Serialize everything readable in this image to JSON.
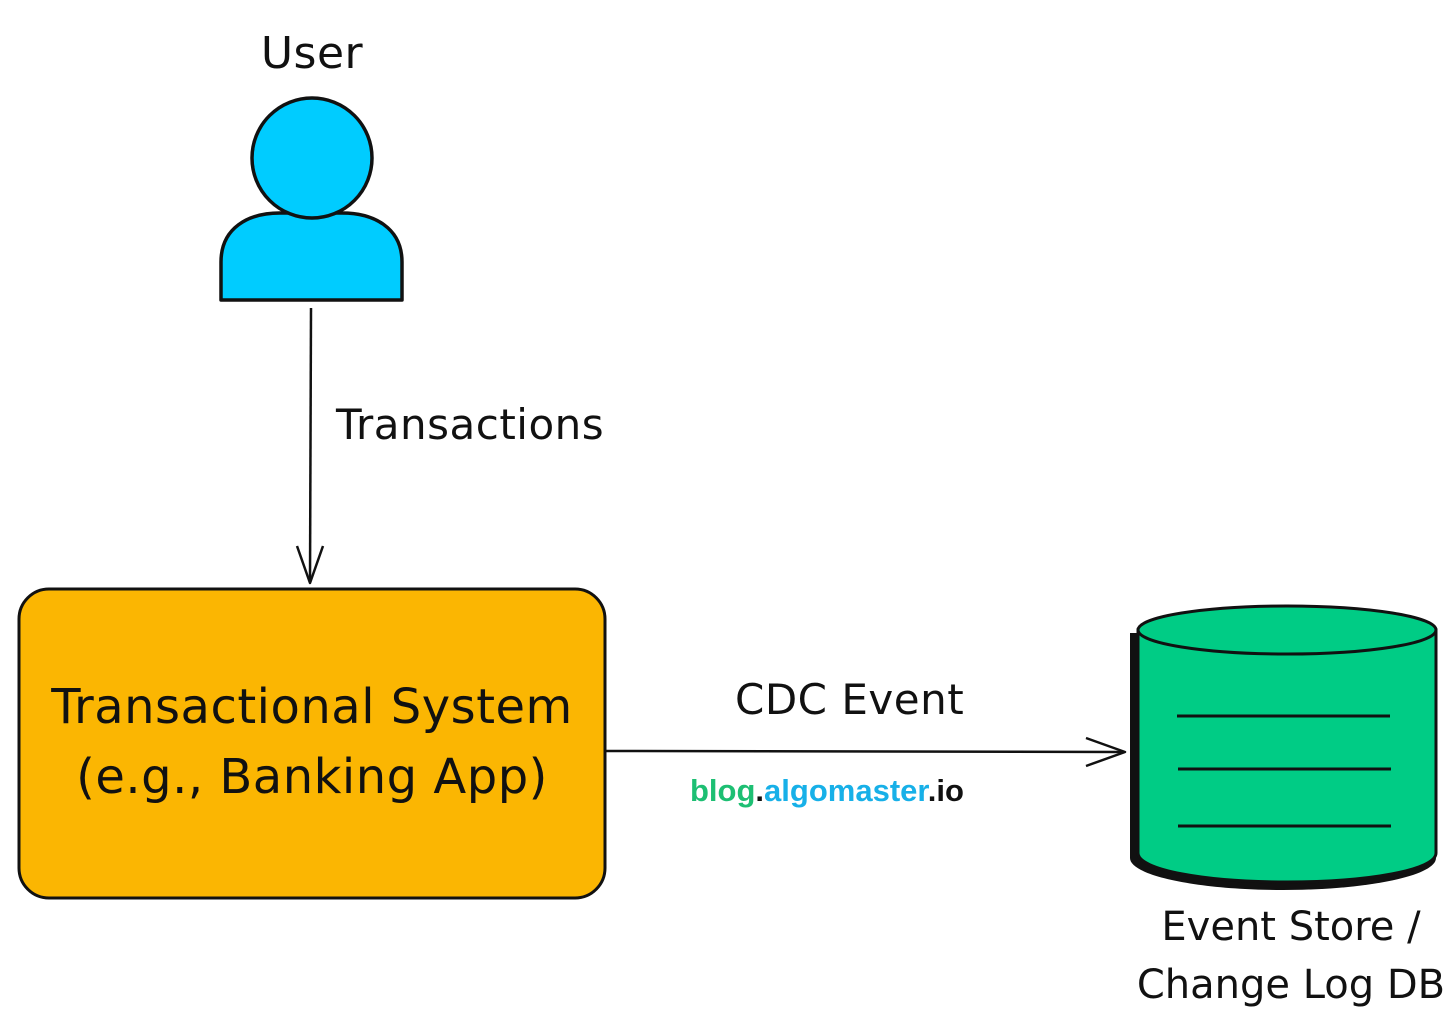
{
  "diagram": {
    "user": {
      "label": "User",
      "icon": "person-icon",
      "color": "#00CCFF"
    },
    "edges": [
      {
        "from": "User",
        "to": "Transactional System",
        "label": "Transactions",
        "direction": "down"
      },
      {
        "from": "Transactional System",
        "to": "Event Store / Change Log DB",
        "label": "CDC Event",
        "direction": "right"
      }
    ],
    "transactional_system": {
      "line1": "Transactional System",
      "line2": "(e.g., Banking App)",
      "color": "#FBB602"
    },
    "event_store": {
      "line1": "Event Store /",
      "line2": "Change Log DB",
      "icon": "database-icon",
      "color": "#00CC85"
    },
    "watermark": {
      "part1": "blog",
      "dot1": ".",
      "part2": "algomaster",
      "dot2": ".",
      "part3": "io",
      "colors": {
        "part1": "#1DBF73",
        "part2": "#17B0E8",
        "part3": "#111111"
      }
    }
  }
}
